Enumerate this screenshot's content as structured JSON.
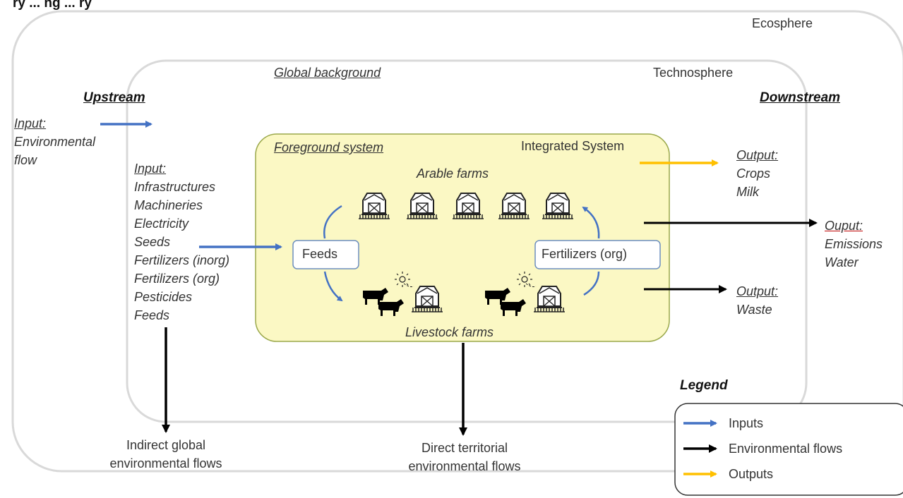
{
  "title_fragment": "ry ... ng ... ry",
  "ecosphere": "Ecosphere",
  "technosphere": "Technosphere",
  "global_background": "Global background",
  "upstream": "Upstream",
  "downstream": "Downstream",
  "env_input": {
    "label": "Input:",
    "lines": [
      "Environmental",
      "flow"
    ]
  },
  "input_list": {
    "label": "Input:",
    "items": [
      "Infrastructures",
      "Machineries",
      "Electricity",
      "Seeds",
      "Fertilizers (inorg)",
      "Fertilizers (org)",
      "Pesticides",
      "Feeds"
    ]
  },
  "foreground_system": "Foreground system",
  "integrated_system": "Integrated System",
  "arable_farms": "Arable farms",
  "livestock_farms": "Livestock farms",
  "feeds_box": "Feeds",
  "fertilizers_box": "Fertilizers (org)",
  "output_crops": {
    "label": "Output:",
    "lines": [
      "Crops",
      "Milk"
    ]
  },
  "output_emissions": {
    "label": "Ouput:",
    "lines": [
      "Emissions",
      "Water"
    ]
  },
  "output_waste": {
    "label": "Output:",
    "lines": [
      "Waste"
    ]
  },
  "indirect_flows": [
    "Indirect global",
    "environmental flows"
  ],
  "direct_flows": [
    "Direct territorial",
    "environmental flows"
  ],
  "legend": {
    "title": "Legend",
    "items": [
      {
        "label": "Inputs",
        "color": "#4472c4"
      },
      {
        "label": "Environmental flows",
        "color": "#000000"
      },
      {
        "label": "Outputs",
        "color": "#ffc000"
      }
    ]
  },
  "colors": {
    "input": "#4472c4",
    "env": "#000000",
    "output": "#ffc000",
    "foreground_fill": "#fbf8c4"
  }
}
